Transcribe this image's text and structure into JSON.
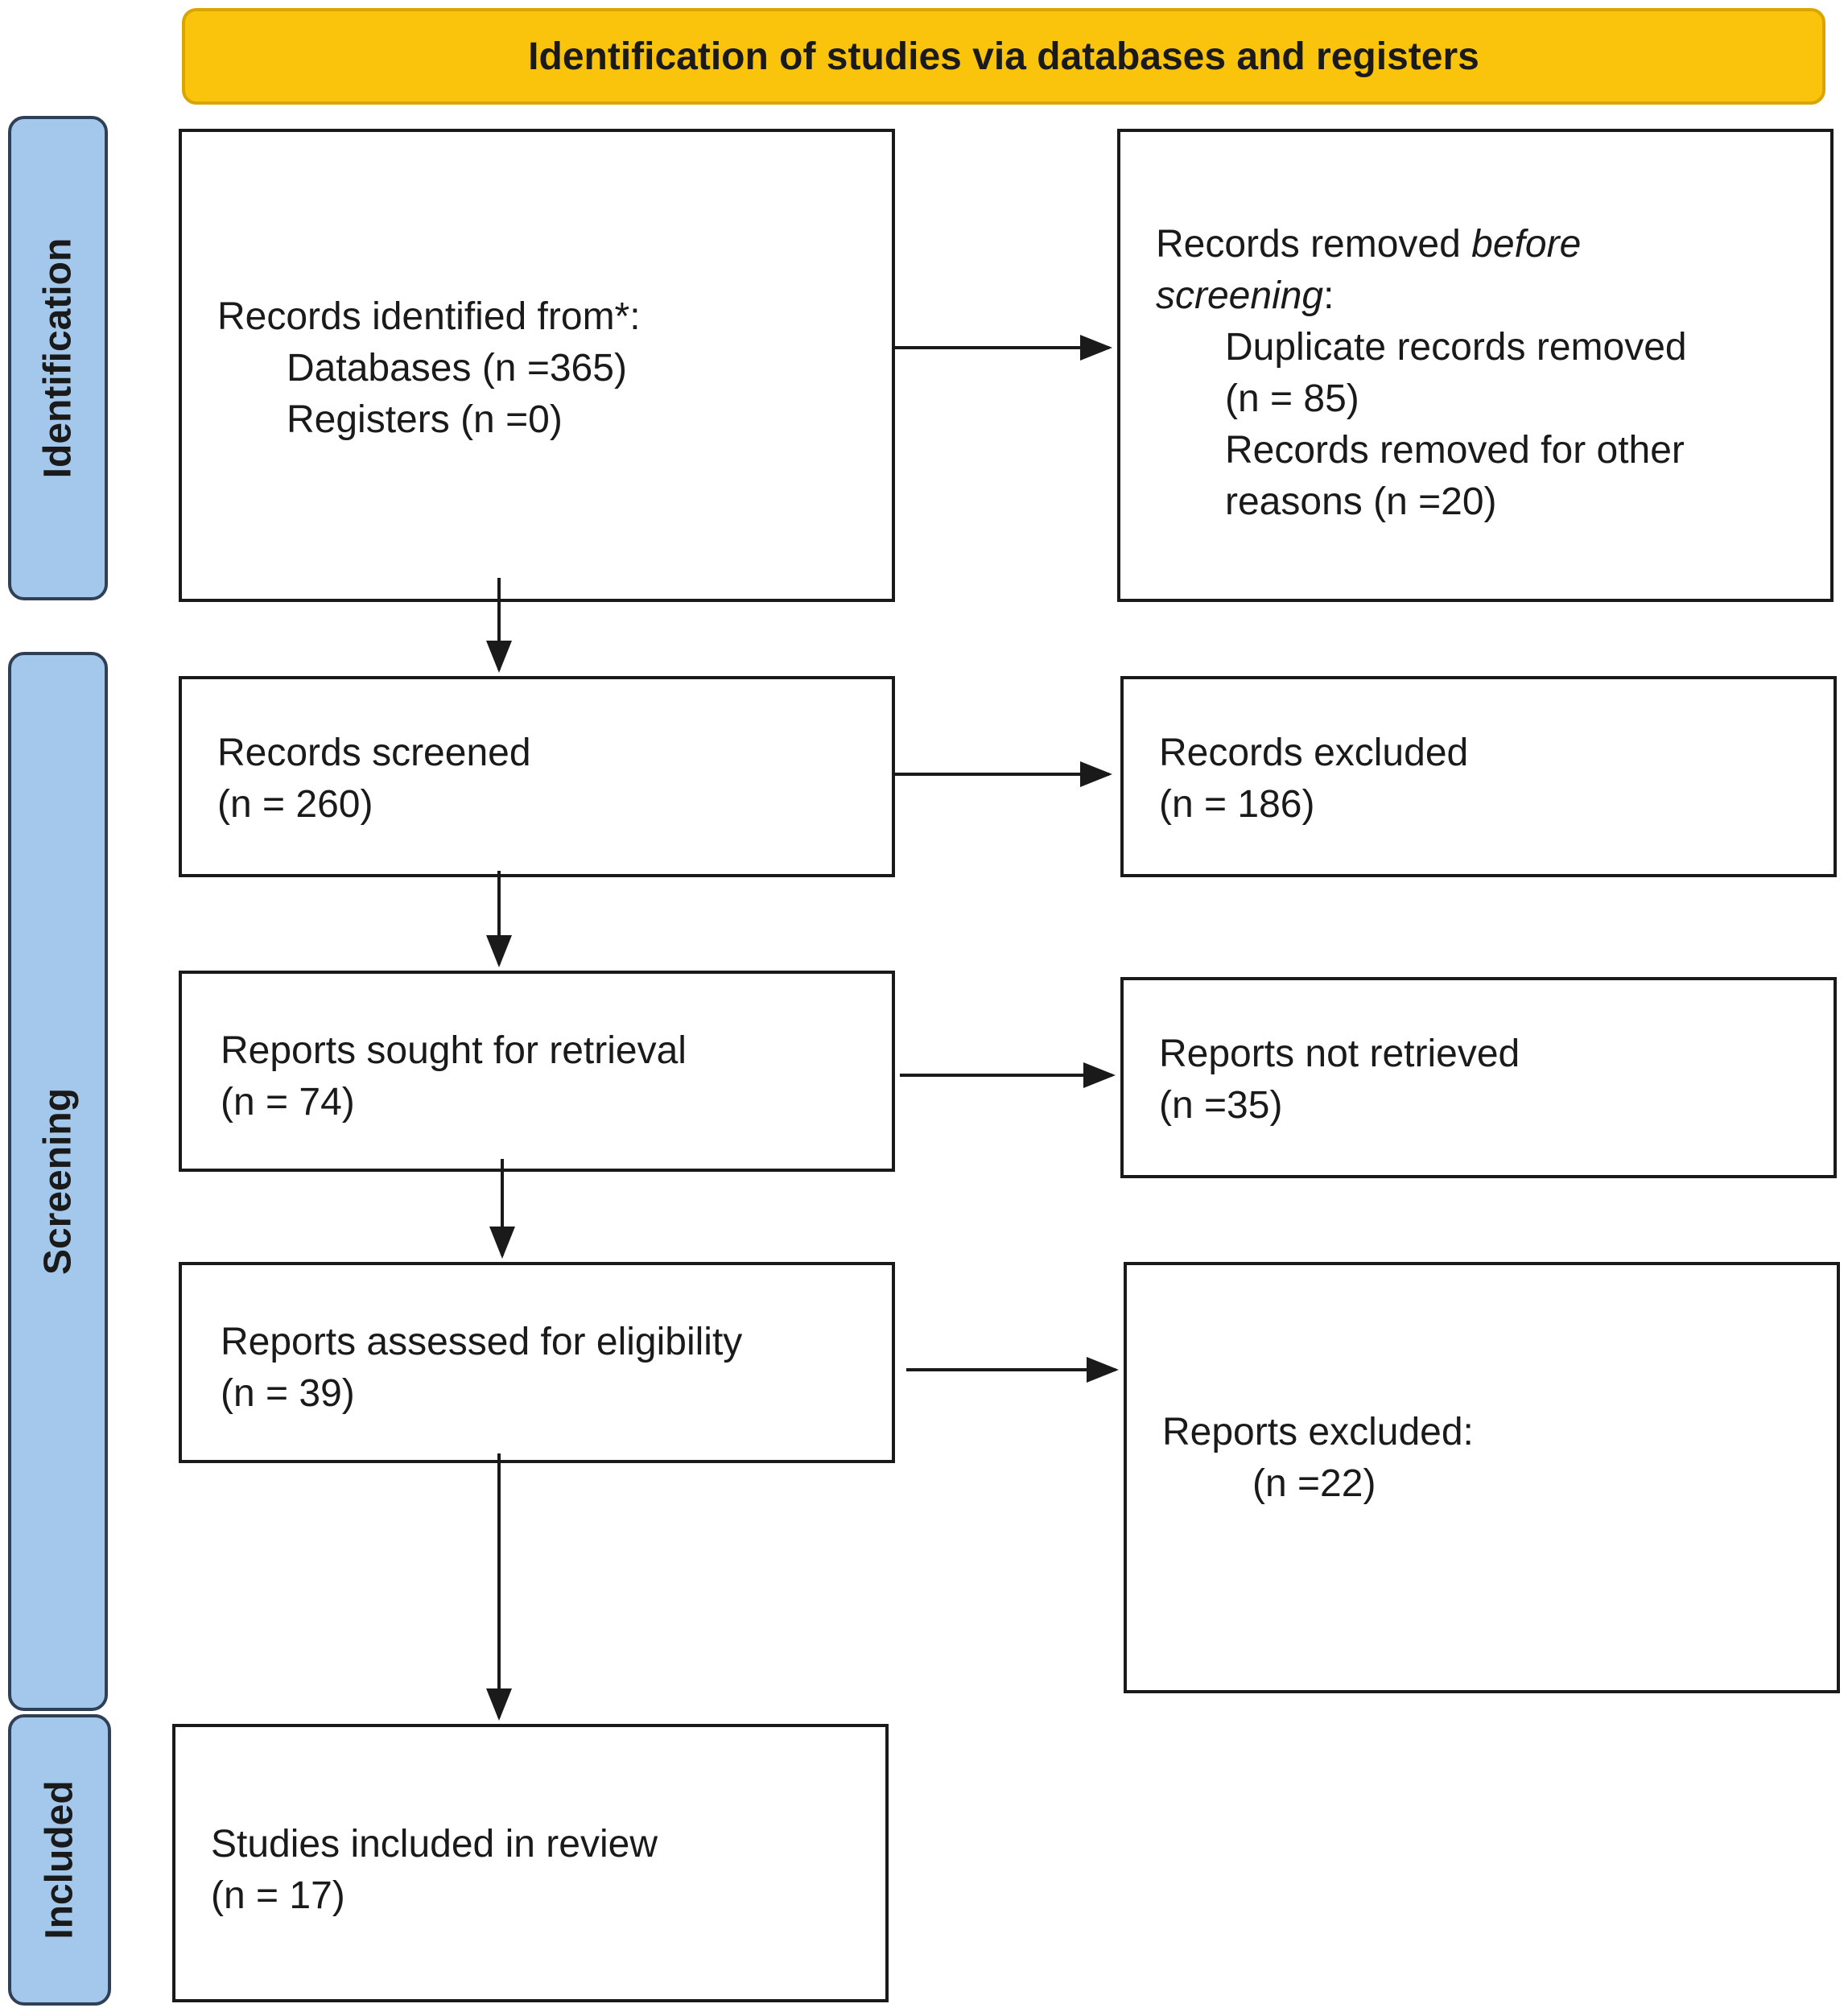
{
  "header": {
    "title": "Identification of studies via databases and registers"
  },
  "phases": {
    "identification": "Identification",
    "screening": "Screening",
    "included": "Included"
  },
  "boxes": {
    "records_identified": {
      "line1": "Records identified from*:",
      "line2": "Databases (n =365)",
      "line3": "Registers (n =0)"
    },
    "records_removed": {
      "line1_prefix": "Records removed ",
      "line1_italic": "before",
      "line2_italic": "screening",
      "line2_suffix": ":",
      "line3": "Duplicate records removed",
      "line4": "(n = 85)",
      "line5": "Records removed for other",
      "line6": "reasons (n =20)"
    },
    "records_screened": {
      "line1": "Records screened",
      "line2": "(n = 260)"
    },
    "records_excluded": {
      "line1": "Records excluded",
      "line2": "(n = 186)"
    },
    "reports_sought": {
      "line1": "Reports sought for retrieval",
      "line2": "(n = 74)"
    },
    "reports_not_retrieved": {
      "line1": "Reports not retrieved",
      "line2": "(n =35)"
    },
    "reports_assessed": {
      "line1": "Reports assessed for eligibility",
      "line2": "(n = 39)"
    },
    "reports_excluded": {
      "line1": "Reports excluded:",
      "line2": "(n =22)"
    },
    "studies_included": {
      "line1": "Studies included in review",
      "line2": "(n = 17)"
    }
  },
  "colors": {
    "header_fill": "#fbc40c",
    "phase_fill": "#a3c8ec",
    "box_border": "#1a1a1a"
  }
}
